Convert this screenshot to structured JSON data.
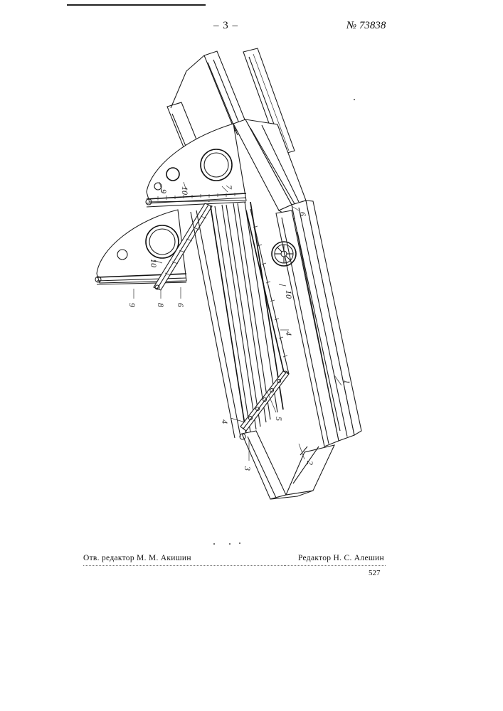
{
  "header": {
    "page_number": "– 3 –",
    "patent_number": "№ 73838"
  },
  "figure": {
    "labels": {
      "l1": "1",
      "l2": "2",
      "l3": "3",
      "l4a": "4",
      "l4b": "4",
      "l5": "5",
      "l6a": "6",
      "l6b": "6",
      "l7": "7",
      "l8": "8",
      "l9a": "9",
      "l9b": "9",
      "l10a": "10",
      "l10b": "10",
      "l10c": "10"
    }
  },
  "footer": {
    "responsible_editor": "Отв. редактор М. М. Акишин",
    "editor": "Редактор Н. С. Алешин",
    "code": "527"
  }
}
